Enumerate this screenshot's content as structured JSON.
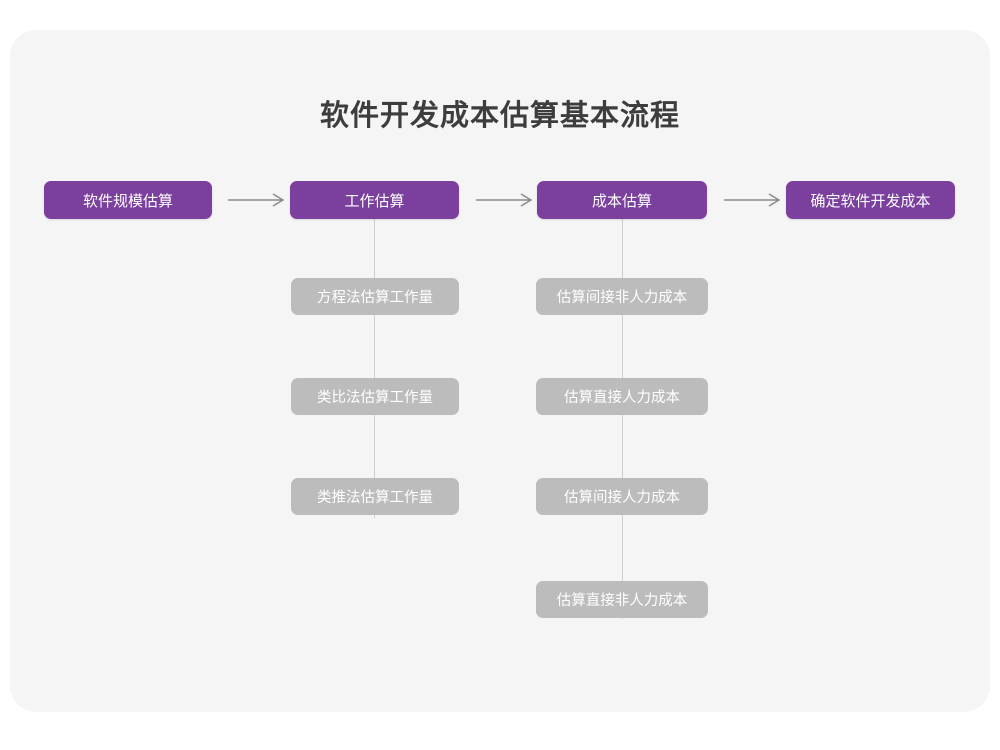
{
  "canvas": {
    "background_color": "#f5f5f5",
    "page_background_color": "#ffffff"
  },
  "diagram": {
    "title": "软件开发成本估算基本流程",
    "type": "flowchart",
    "accent_color": "#7b3f9e",
    "sub_color": "#bcbcbc",
    "connector_color": "#cfcfcf",
    "arrow_color": "#8a8a8a",
    "stages": [
      {
        "id": "stage-1",
        "label": "软件规模估算",
        "sub_steps": []
      },
      {
        "id": "stage-2",
        "label": "工作估算",
        "sub_steps": [
          {
            "label": "方程法估算工作量"
          },
          {
            "label": "类比法估算工作量"
          },
          {
            "label": "类推法估算工作量"
          }
        ]
      },
      {
        "id": "stage-3",
        "label": "成本估算",
        "sub_steps": [
          {
            "label": "估算间接非人力成本"
          },
          {
            "label": "估算直接人力成本"
          },
          {
            "label": "估算间接人力成本"
          },
          {
            "label": "估算直接非人力成本"
          }
        ]
      },
      {
        "id": "stage-4",
        "label": "确定软件开发成本",
        "sub_steps": []
      }
    ],
    "arrows": [
      {
        "id": "arrow-1",
        "from": "stage-1",
        "to": "stage-2",
        "glyph": "right-arrow"
      },
      {
        "id": "arrow-2",
        "from": "stage-2",
        "to": "stage-3",
        "glyph": "right-arrow"
      },
      {
        "id": "arrow-3",
        "from": "stage-3",
        "to": "stage-4",
        "glyph": "right-arrow"
      }
    ]
  }
}
